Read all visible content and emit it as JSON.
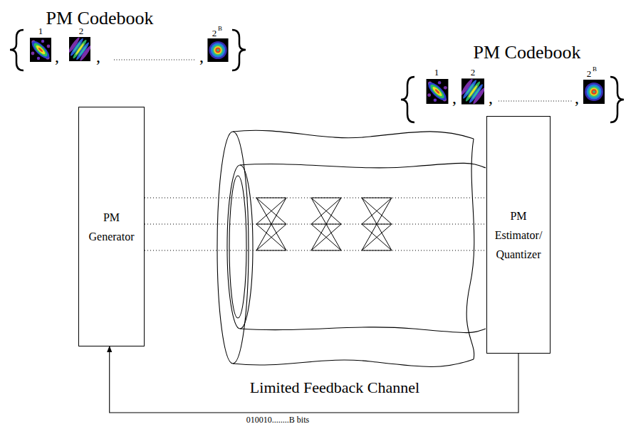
{
  "diagram": {
    "nodes": [
      {
        "text": [
          "PM Generator"
        ]
      },
      {
        "text": [
          "PM Estimator/ Quantizer"
        ]
      }
    ],
    "edges": [
      {
        "from": 0,
        "to": 1,
        "arrow": "none"
      },
      {
        "from": 0,
        "to": 1,
        "arrow": "none"
      },
      {
        "from": 0,
        "to": 1,
        "arrow": "none"
      },
      {
        "from": 1,
        "to": 0,
        "arrow": "to"
      }
    ],
    "labels": [
      "PM Codebook",
      "1",
      "2",
      "2",
      "B",
      ",",
      ",",
      ",",
      "PM Codebook",
      "1",
      "2",
      "2",
      "B",
      ",",
      ",",
      ",",
      "Limited Feedback Channel",
      "010010........B bits"
    ]
  }
}
